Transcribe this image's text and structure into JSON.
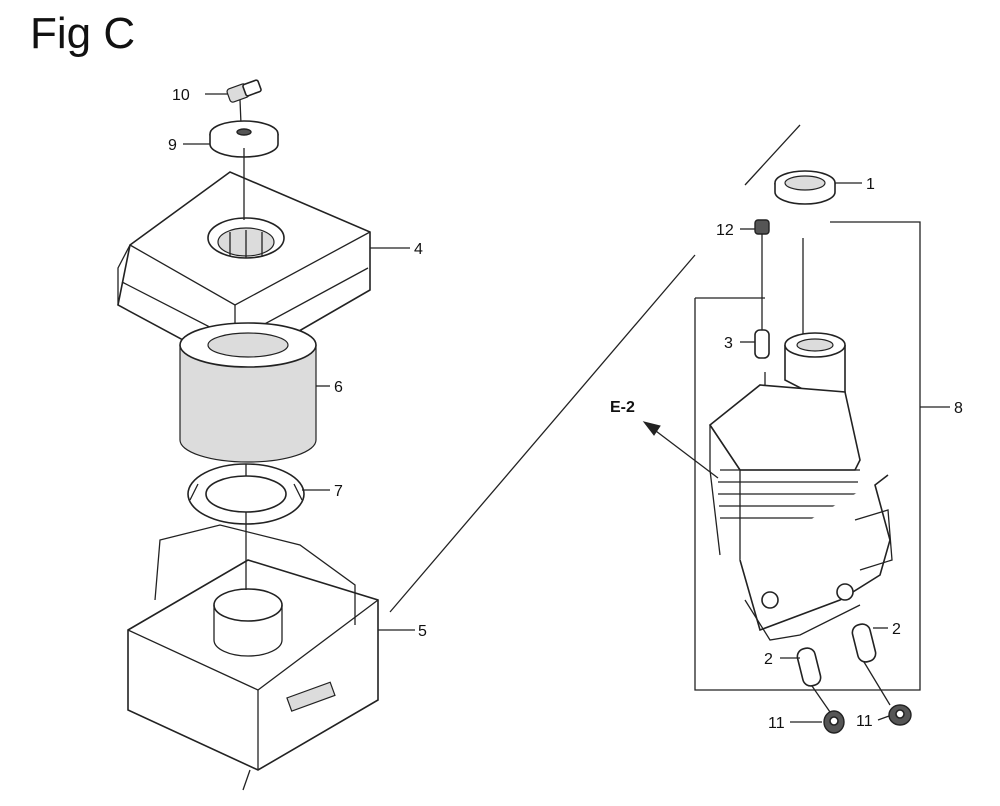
{
  "figure": {
    "title": "Fig C"
  },
  "callouts": {
    "c1": "1",
    "c2a": "2",
    "c2b": "2",
    "c3": "3",
    "c4": "4",
    "c5": "5",
    "c6": "6",
    "c7": "7",
    "c8": "8",
    "c9": "9",
    "c10": "10",
    "c11a": "11",
    "c11b": "11",
    "c12": "12"
  },
  "reference": {
    "label": "E-2"
  }
}
